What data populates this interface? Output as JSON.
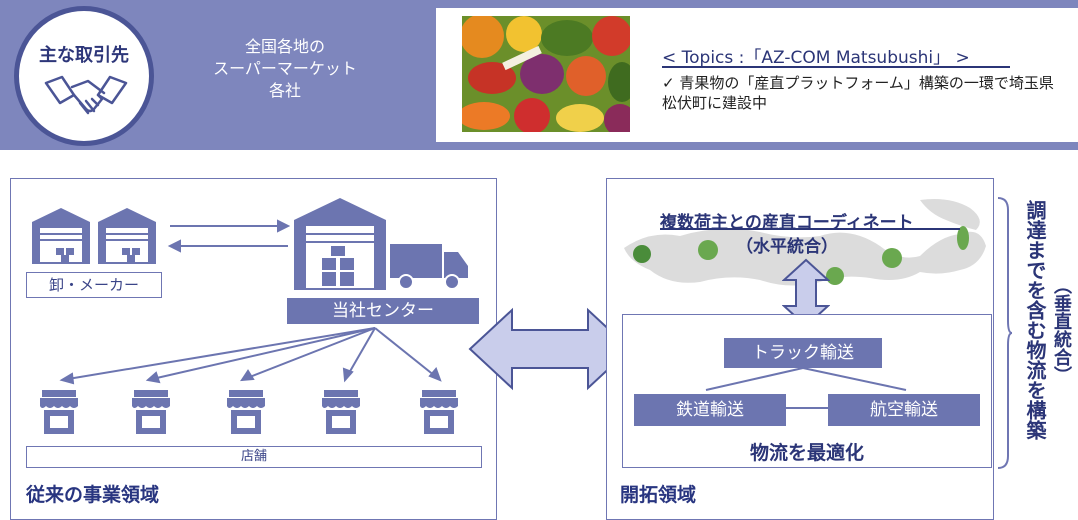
{
  "top": {
    "partners_title": "主な取引先",
    "partners_text": "全国各地の\nスーパーマーケット\n各社",
    "topics_title": "< Topics :「AZ-COM Matsubushi」 >",
    "topics_body": "✓ 青果物の「産直プラットフォーム」構築の一環で埼玉県松伏町に建設中"
  },
  "left": {
    "wholesaler_label": "卸・メーカー",
    "center_label": "当社センター",
    "stores_label": "店舗",
    "footer": "従来の事業領域"
  },
  "right": {
    "coord_title": "複数荷主との産直コーディネート",
    "coord_sub": "（水平統合）",
    "truck": "トラック輸送",
    "rail": "鉄道輸送",
    "air": "航空輸送",
    "optimize": "物流を最適化",
    "footer": "開拓領域",
    "vertical_main": "調達までを含む物流を構築",
    "vertical_sub": "（垂直統合）"
  },
  "colors": {
    "navy": "#2b3577",
    "band": "#7e86bd",
    "box": "#6c75b0",
    "line": "#6f76b3"
  }
}
